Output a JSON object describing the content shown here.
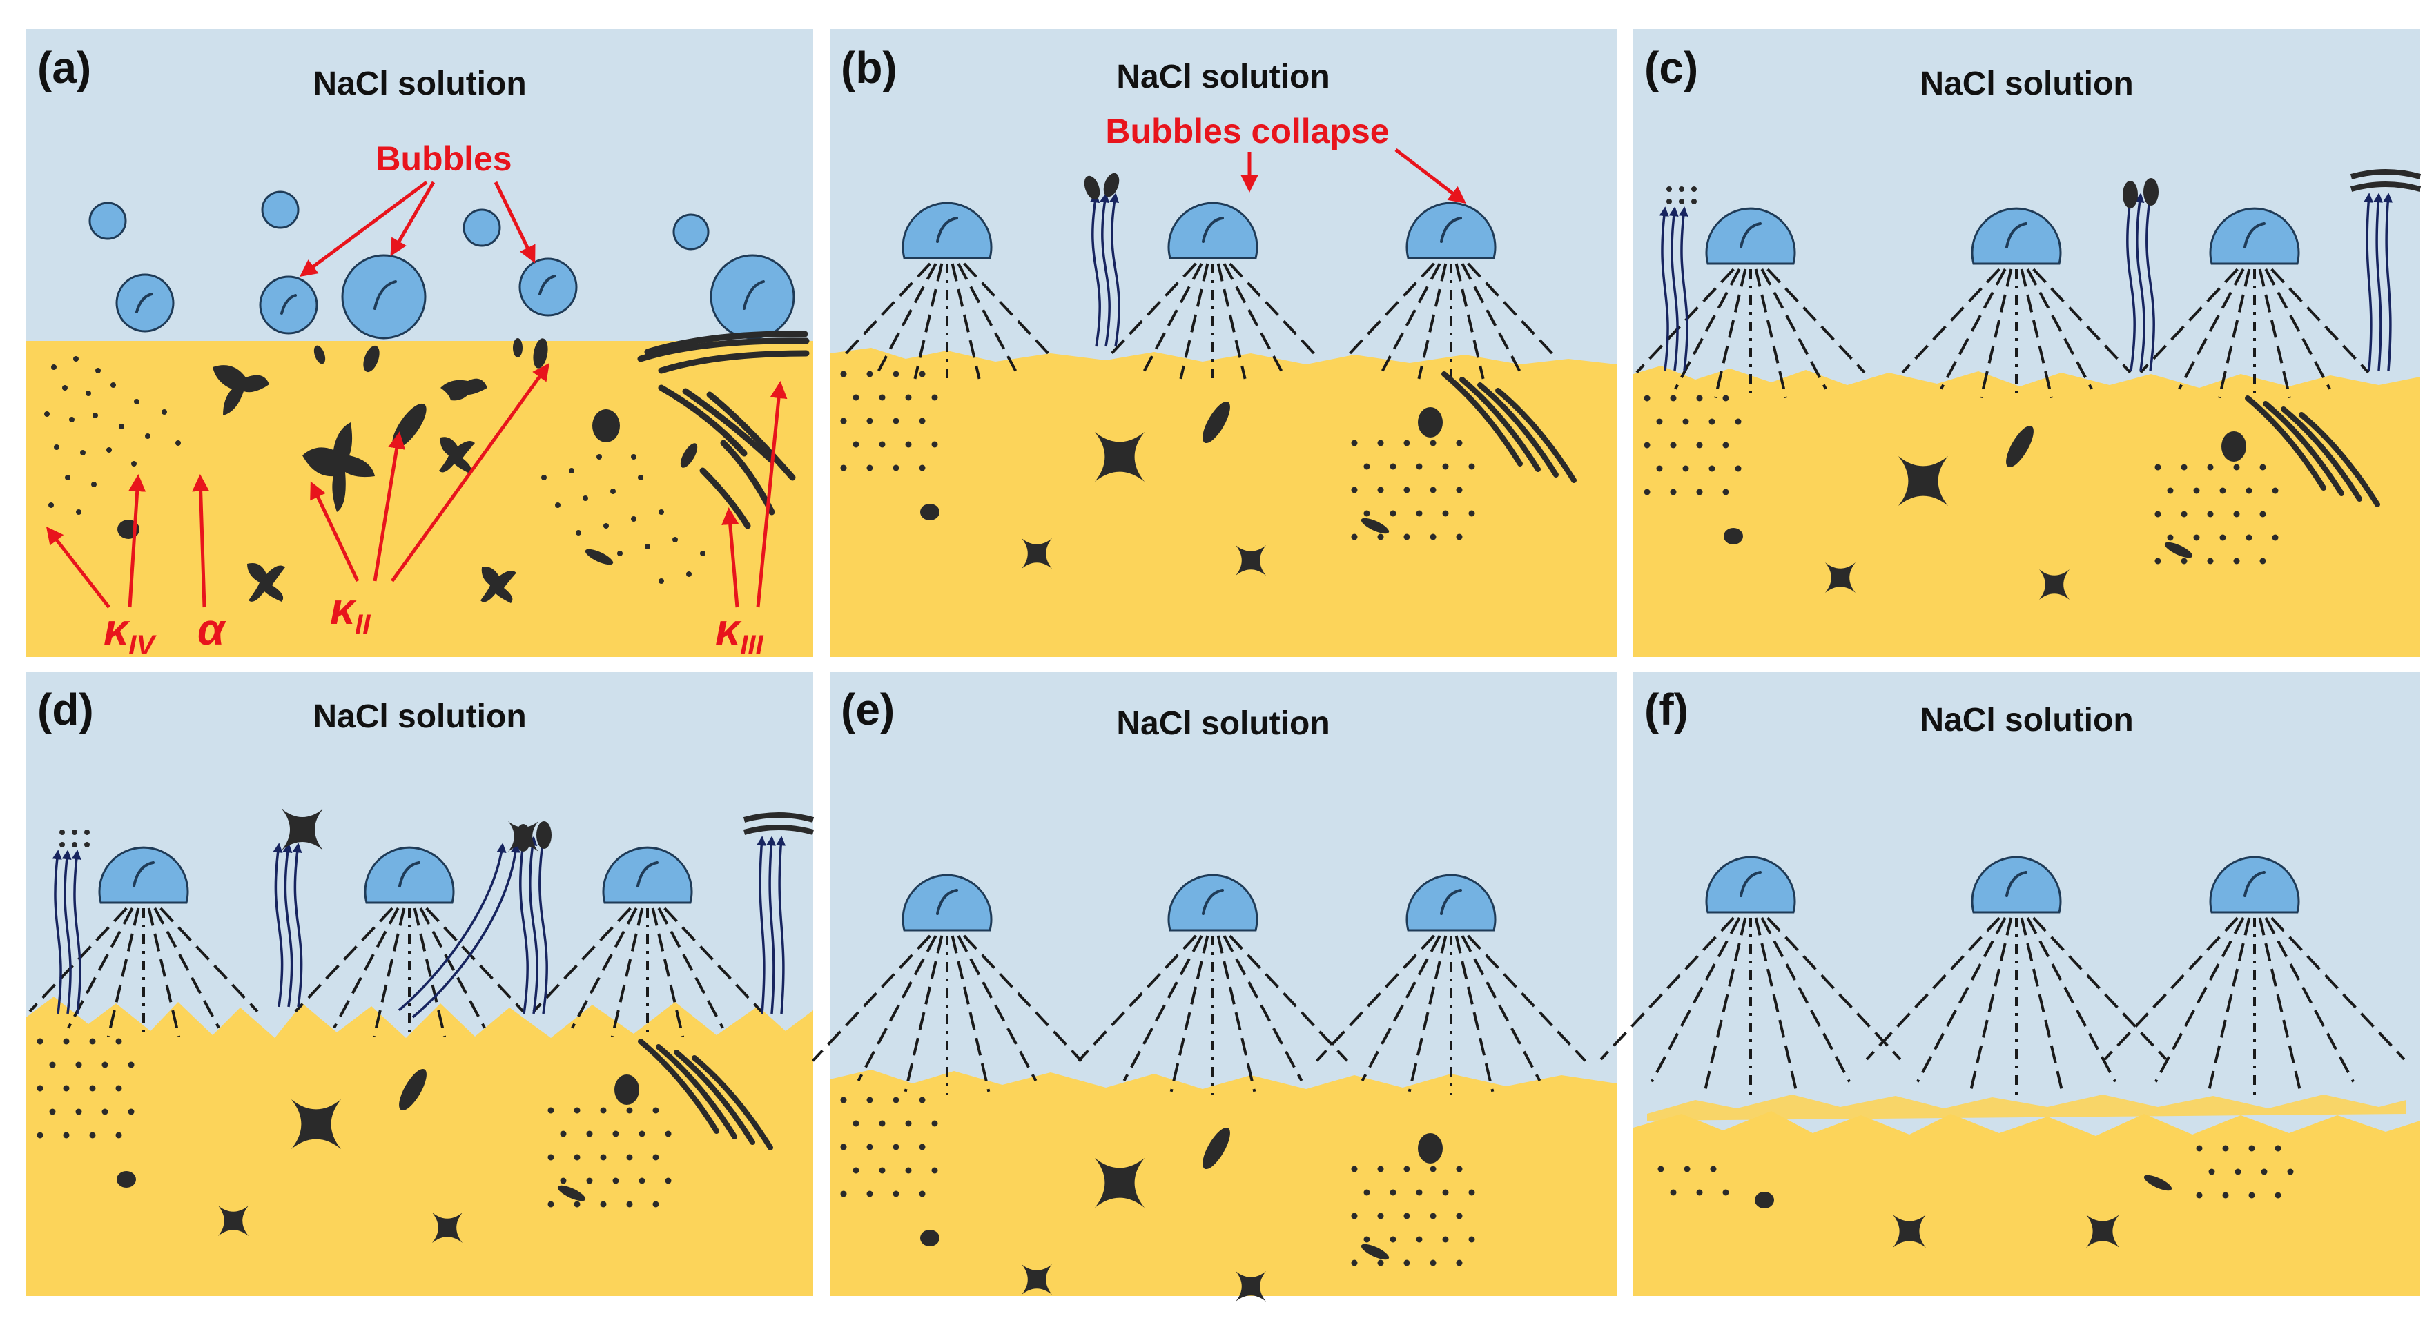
{
  "colors": {
    "solution": "#cfe0ec",
    "metal": "#fcd45a",
    "bubble_fill": "#74b2e2",
    "bubble_stroke": "#1f3b57",
    "particle": "#2a2a2a",
    "flow_arrow": "#17245f",
    "annotation": "#e8141c",
    "frame": "#ffffff"
  },
  "panels": [
    {
      "id": "a",
      "letter": "(a)",
      "title": "NaCl solution",
      "stage": 0
    },
    {
      "id": "b",
      "letter": "(b)",
      "title": "NaCl solution",
      "stage": 1
    },
    {
      "id": "c",
      "letter": "(c)",
      "title": "NaCl solution",
      "stage": 2
    },
    {
      "id": "d",
      "letter": "(d)",
      "title": "NaCl solution",
      "stage": 3
    },
    {
      "id": "e",
      "letter": "(e)",
      "title": "NaCl solution",
      "stage": 4
    },
    {
      "id": "f",
      "letter": "(f)",
      "title": "NaCl solution",
      "stage": 5
    }
  ],
  "annotations": {
    "bubbles": "Bubbles",
    "bubbles_collapse": "Bubbles collapse",
    "kappa_iv": {
      "base": "κ",
      "sub": "IV"
    },
    "alpha": "α",
    "kappa_ii": {
      "base": "κ",
      "sub": "II"
    },
    "kappa_iii": {
      "base": "κ",
      "sub": "III"
    }
  }
}
